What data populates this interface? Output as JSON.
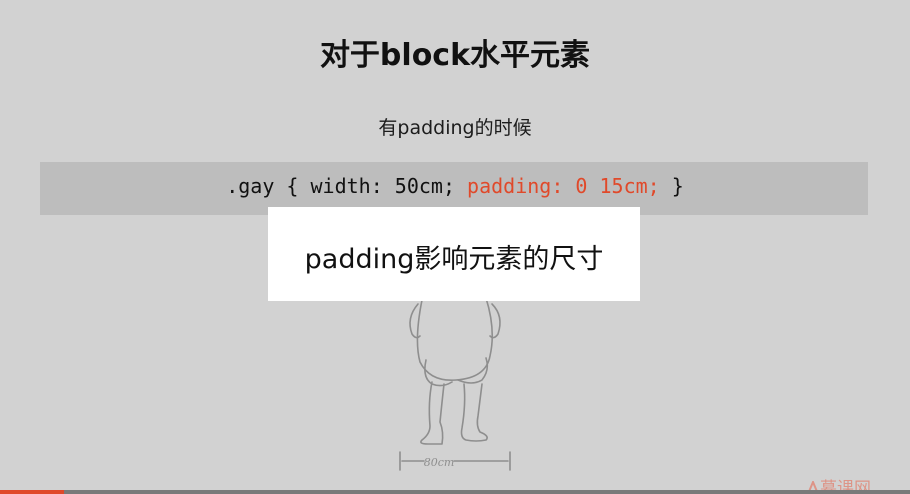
{
  "slide": {
    "title": "对于block水平元素",
    "subtitle": "有padding的时候",
    "code": {
      "prefix": ".gay { width: 50cm; ",
      "highlight": "padding: 0 15cm;",
      "suffix": " }"
    },
    "callout_text": "padding影响元素的尺寸",
    "sketch_label": "80cm"
  },
  "player": {
    "progress_fraction": 0.07
  },
  "watermark": {
    "text": "慕课网"
  },
  "colors": {
    "background": "#d2d2d2",
    "code_background": "#bdbdbd",
    "highlight": "#e0492a",
    "callout_background": "#ffffff"
  }
}
